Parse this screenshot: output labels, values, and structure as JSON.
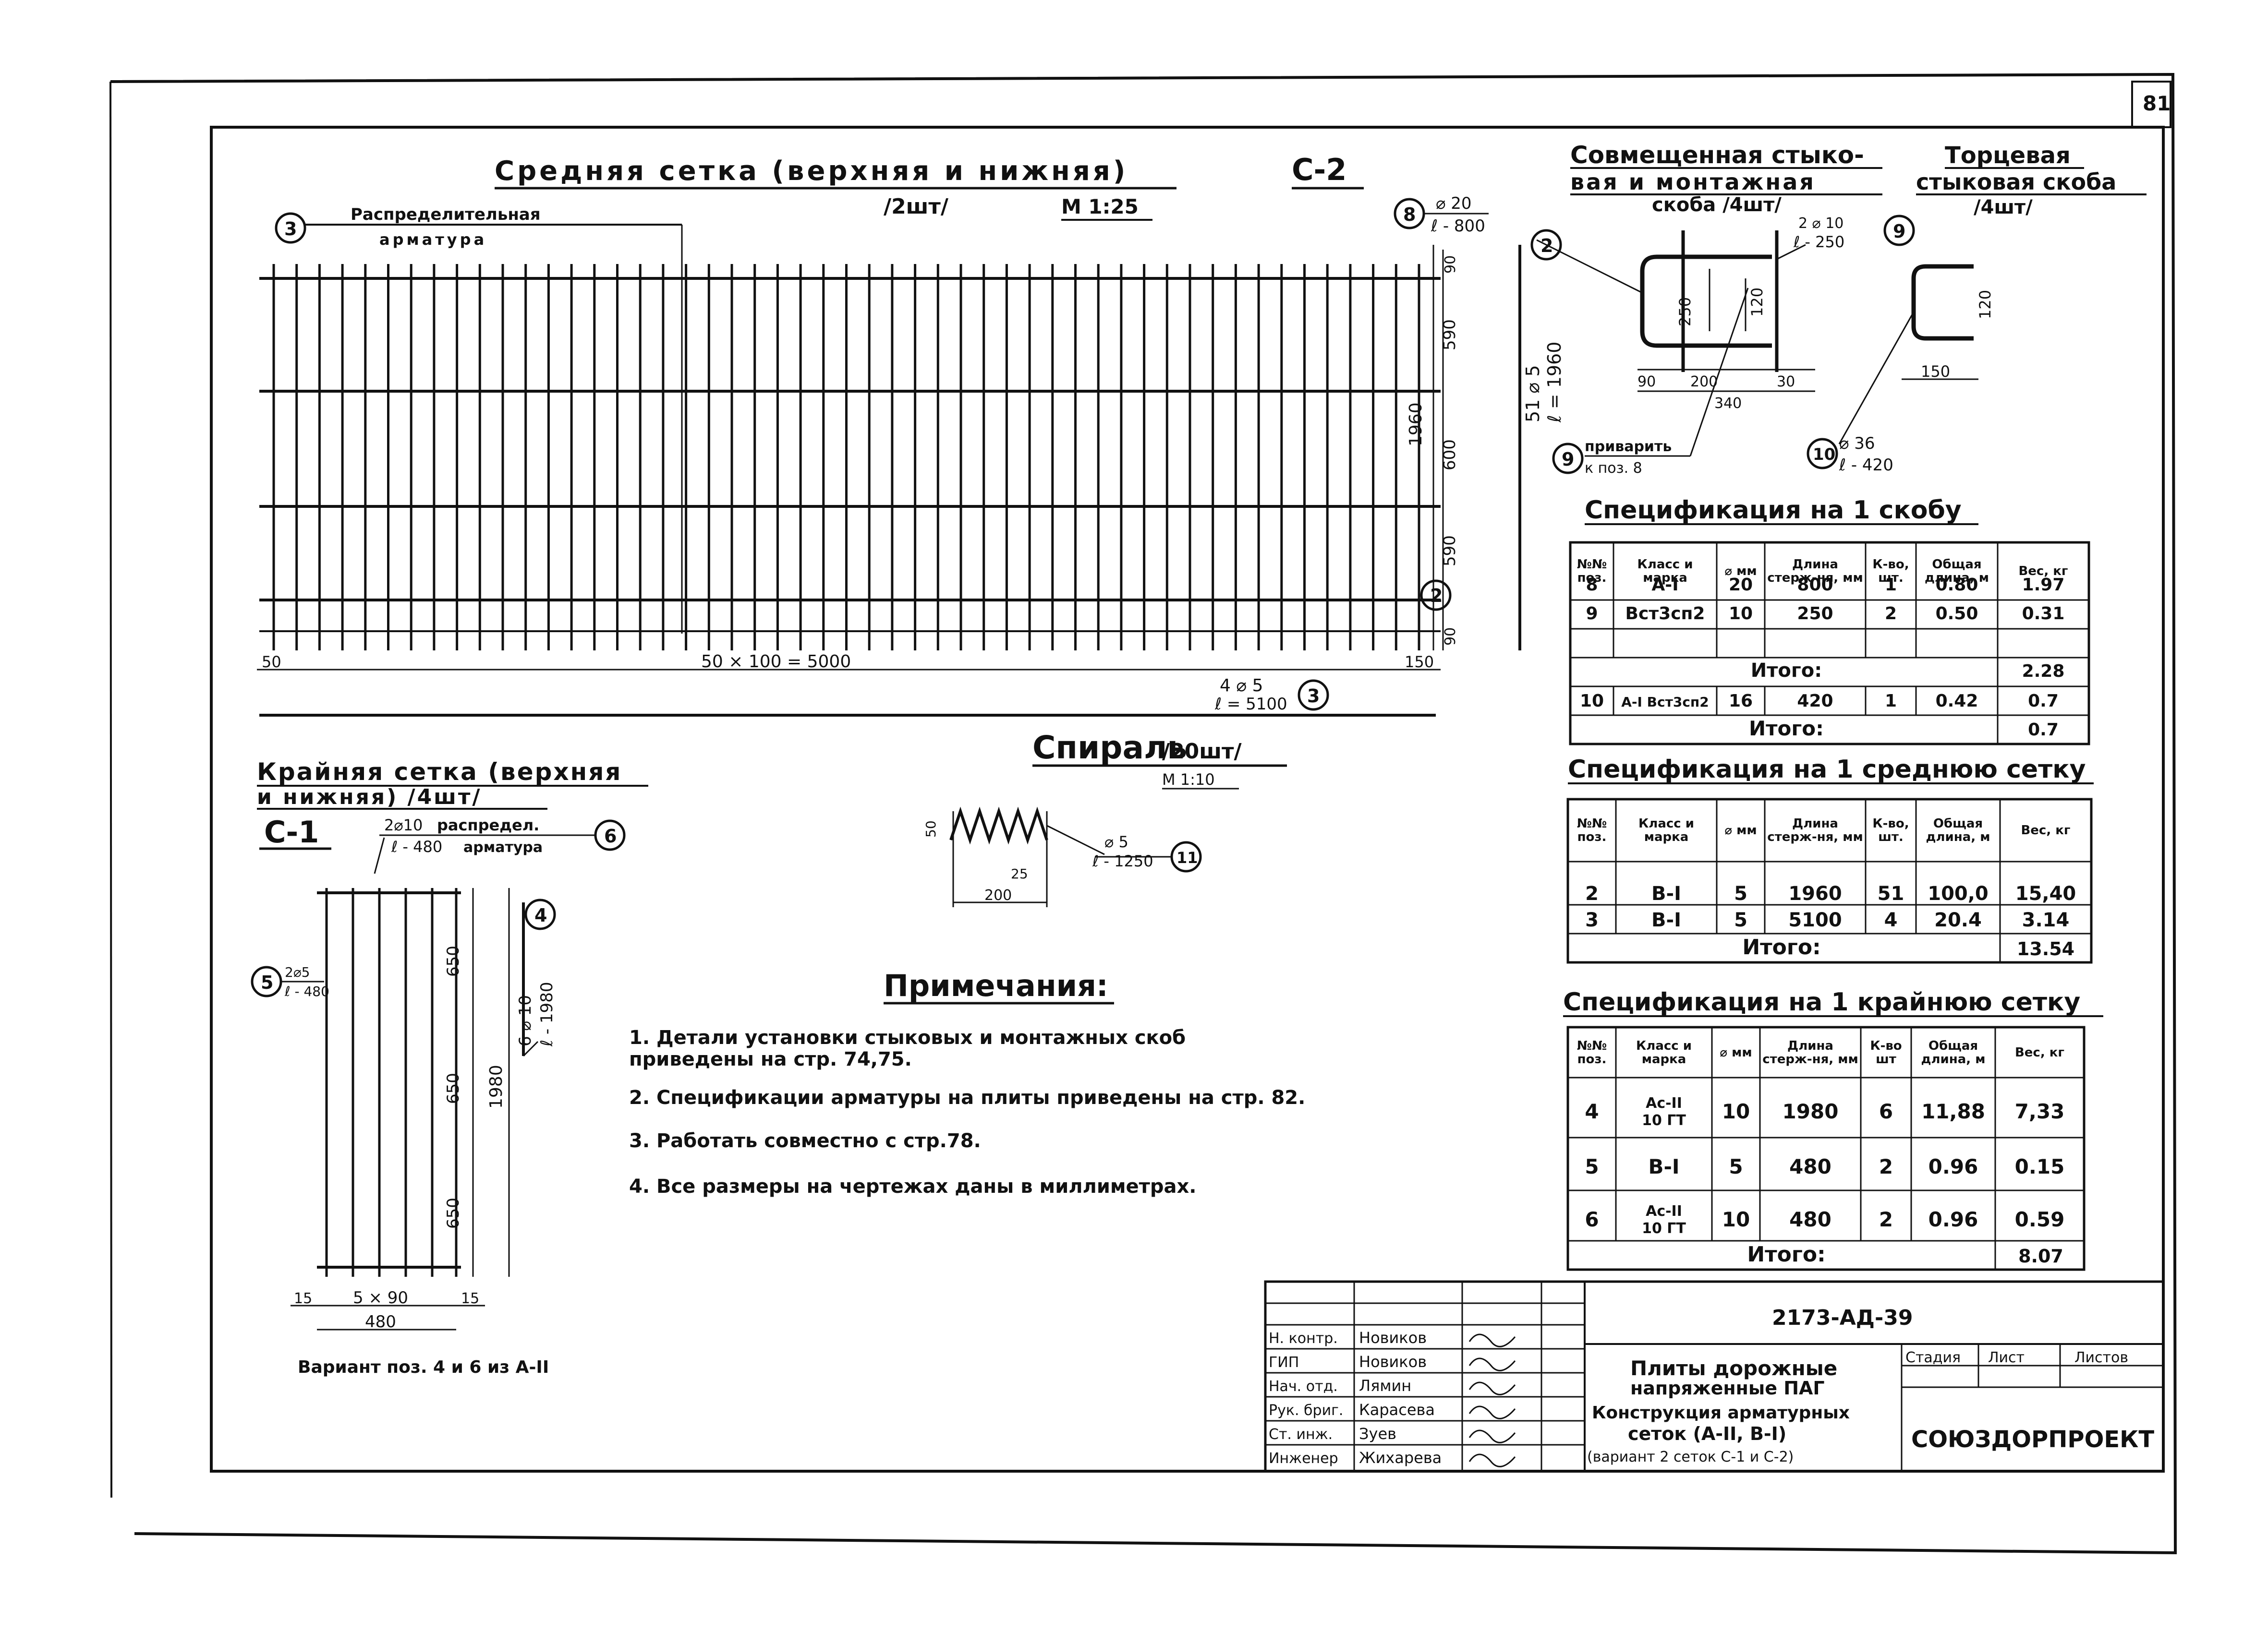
{
  "page_number": "81",
  "mid_mesh": {
    "title": "Средняя сетка (верхняя и нижняя)",
    "count": "/2шт/",
    "scale": "М 1:25",
    "code": "С-2",
    "dist_label_1": "Распределительная",
    "dist_label_2": "арматура",
    "dims_right": [
      "90",
      "590",
      "600",
      "590",
      "90"
    ],
    "total_height": "1960",
    "left_end": "50",
    "right_end": "150",
    "span": "50 × 100 = 5000",
    "bars_main": "51 ⌀ 5",
    "bars_main_len": "ℓ = 1960",
    "bars_dist": "4 ⌀ 5",
    "bars_dist_len": "ℓ = 5100"
  },
  "bracket_combined": {
    "title_1": "Совмещенная стыко-",
    "title_2": "вая и монтажная",
    "title_3": "скоба /4шт/",
    "pos8_dia": "⌀ 20",
    "pos8_len": "ℓ - 800",
    "pos9_dia": "2 ⌀ 10",
    "pos9_len": "ℓ - 250",
    "dim_250": "250",
    "dim_120": "120",
    "dim_90": "90",
    "dim_200": "200",
    "dim_30": "30",
    "dim_340": "340",
    "weld_1": "приварить",
    "weld_2": "к поз. 8"
  },
  "bracket_end": {
    "title_1": "Торцевая",
    "title_2": "стыковая скоба",
    "title_3": "/4шт/",
    "dim_120": "120",
    "dim_150": "150",
    "pos10_dia": "⌀ 36",
    "pos10_len": "ℓ - 420"
  },
  "markers": {
    "m2": "2",
    "m3": "3",
    "m4": "4",
    "m5": "5",
    "m6": "6",
    "m8": "8",
    "m9": "9",
    "m10": "10",
    "m11": "11"
  },
  "spec_bracket": {
    "title": "Спецификация на 1 скобу",
    "headers": [
      "№№ поз.",
      "Класс и марка",
      "⌀ мм",
      "Длина стерж-ня, мм",
      "К-во, шт.",
      "Общая длина, м",
      "Вес, кг"
    ],
    "rows": [
      [
        "8",
        "А-I",
        "20",
        "800",
        "1",
        "0.80",
        "1.97"
      ],
      [
        "9",
        "Вст3сп2",
        "10",
        "250",
        "2",
        "0.50",
        "0.31"
      ]
    ],
    "subtotal_label": "Итого:",
    "subtotal": "2.28",
    "row10": [
      "10",
      "А-I Вст3сп2",
      "16",
      "420",
      "1",
      "0.42",
      "0.7"
    ],
    "total_label": "Итого:",
    "total": "0.7"
  },
  "spec_mid": {
    "title": "Спецификация на 1 среднюю сетку",
    "headers": [
      "№№ поз.",
      "Класс и марка",
      "⌀ мм",
      "Длина стерж-ня, мм",
      "К-во, шт.",
      "Общая длина, м",
      "Вес, кг"
    ],
    "rows": [
      [
        "2",
        "В-I",
        "5",
        "1960",
        "51",
        "100,0",
        "15,40"
      ],
      [
        "3",
        "В-I",
        "5",
        "5100",
        "4",
        "20.4",
        "3.14"
      ]
    ],
    "total_label": "Итого:",
    "total": "13.54"
  },
  "spec_edge": {
    "title": "Спецификация на 1 крайнюю сетку",
    "headers": [
      "№№ поз.",
      "Класс и марка",
      "⌀ мм",
      "Длина стерж-ня, мм",
      "К-во шт",
      "Общая длина, м",
      "Вес, кг"
    ],
    "rows": [
      [
        "4",
        "Ас-II 10 ГТ",
        "10",
        "1980",
        "6",
        "11,88",
        "7,33"
      ],
      [
        "5",
        "В-I",
        "5",
        "480",
        "2",
        "0.96",
        "0.15"
      ],
      [
        "6",
        "Ас-II 10 ГТ",
        "10",
        "480",
        "2",
        "0.96",
        "0.59"
      ]
    ],
    "total_label": "Итого:",
    "total": "8.07"
  },
  "edge_mesh": {
    "title_1": "Крайняя сетка (верхняя",
    "title_2": "и нижняя) /4шт/",
    "code": "С-1",
    "pos6_dia": "2⌀10",
    "pos6_label": "распредел.",
    "pos6_len": "ℓ - 480",
    "pos6_label2": "арматура",
    "pos5_dia": "2⌀5",
    "pos5_len": "ℓ - 480",
    "pos4_dia": "6 ⌀ 10",
    "pos4_len": "ℓ - 1980",
    "dims": [
      "650",
      "650",
      "650"
    ],
    "total": "1980",
    "bottom_left": "15",
    "bottom_mid": "5 × 90",
    "bottom_right": "15",
    "width": "480",
    "variant": "Вариант поз. 4 и 6 из А-II"
  },
  "spiral": {
    "title": "Спираль",
    "count": "/20шт/",
    "scale": "М 1:10",
    "dim_height": "50",
    "dim_pitch": "25",
    "dim_width": "200",
    "dia": "⌀ 5",
    "len": "ℓ - 1250"
  },
  "notes": {
    "title": "Примечания:",
    "items": [
      "1. Детали установки стыковых и монтажных скоб",
      "приведены на    стр. 74,75.",
      "2. Спецификации арматуры на плиты приведены на    стр. 82.",
      "3. Работать совместно с    стр.78.",
      "4. Все размеры на чертежах даны в миллиметрах."
    ]
  },
  "title_block": {
    "doc_code": "2173-АД-39",
    "roles": [
      "Н. контр.",
      "ГИП",
      "Нач. отд.",
      "Рук. бриг.",
      "Ст. инж.",
      "Инженер"
    ],
    "names": [
      "Новиков",
      "Новиков",
      "Лямин",
      "Карасева",
      "Зуев",
      "Жихарева"
    ],
    "desc_1": "Плиты дорожные",
    "desc_2": "напряженные ПАГ",
    "desc_3": "Конструкция арматурных",
    "desc_4": "сеток (А-II, В-I)",
    "desc_5": "(вариант 2 сеток С-1 и С-2)",
    "stage": "Стадия",
    "sheet": "Лист",
    "sheets": "Листов",
    "org": "СОЮЗДОРПРОЕКТ"
  }
}
